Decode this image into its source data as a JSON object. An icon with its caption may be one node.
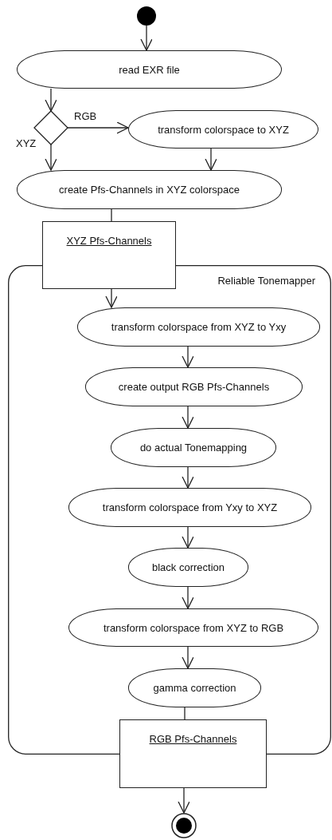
{
  "diagram": {
    "nodes": [
      {
        "text": [],
        "shape": "circle"
      },
      {
        "text": [
          "read EXR file"
        ]
      },
      {
        "text": [],
        "shape": "diamond"
      },
      {
        "text": [
          "transform colorspace to XYZ"
        ]
      },
      {
        "text": [
          "create Pfs-Channels in XYZ colorspace"
        ]
      },
      {
        "text": [
          "XYZ Pfs-Channels"
        ]
      },
      {
        "text": [
          "Reliable Tonemapper"
        ]
      },
      {
        "text": [
          "transform colorspace from XYZ to Yxy"
        ],
        "in": 6
      },
      {
        "text": [
          "create output RGB Pfs-Channels"
        ],
        "in": 6
      },
      {
        "text": [
          "do actual Tonemapping"
        ],
        "in": 6
      },
      {
        "text": [
          "transform colorspace from Yxy to XYZ"
        ],
        "in": 6
      },
      {
        "text": [
          "black correction"
        ],
        "in": 6
      },
      {
        "text": [
          "transform colorspace from XYZ to RGB"
        ],
        "in": 6
      },
      {
        "text": [
          "gamma correction"
        ],
        "in": 6
      },
      {
        "text": [
          "RGB Pfs-Channels"
        ]
      },
      {
        "text": [],
        "shape": "bullseye"
      }
    ],
    "edges": [
      {
        "from": 0,
        "to": 1,
        "arrow": "to"
      },
      {
        "from": 1,
        "to": 2,
        "arrow": "to"
      },
      {
        "from": 2,
        "to": 3,
        "arrow": "to",
        "label": "RGB"
      },
      {
        "from": 2,
        "to": 4,
        "arrow": "to",
        "label": "XYZ"
      },
      {
        "from": 3,
        "to": 4,
        "arrow": "to"
      },
      {
        "from": 4,
        "to": 5,
        "arrow": "none"
      },
      {
        "from": 5,
        "to": 7,
        "arrow": "to"
      },
      {
        "from": 7,
        "to": 8,
        "arrow": "to"
      },
      {
        "from": 8,
        "to": 9,
        "arrow": "to"
      },
      {
        "from": 9,
        "to": 10,
        "arrow": "to"
      },
      {
        "from": 10,
        "to": 11,
        "arrow": "to"
      },
      {
        "from": 11,
        "to": 12,
        "arrow": "to"
      },
      {
        "from": 12,
        "to": 13,
        "arrow": "to"
      },
      {
        "from": 13,
        "to": 14,
        "arrow": "none"
      },
      {
        "from": 14,
        "to": 15,
        "arrow": "to"
      }
    ]
  }
}
